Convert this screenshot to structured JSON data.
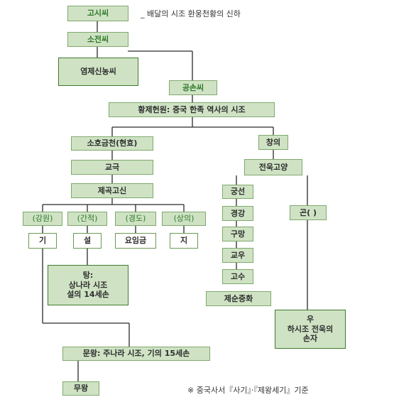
{
  "nodes": {
    "gosi": "고시씨",
    "sojeon": "소전씨",
    "yeomje": "염제신농씨",
    "gongson": "공손씨",
    "hwangje": "황제헌원: 중국 한족 역사의 시조",
    "sohogeumcheon": "소호금천(현효)",
    "gyogeuk": "교극",
    "jegok": "제곡고신",
    "gangwon": "(강원)",
    "ganjeok": "(간적)",
    "gyeongdo": "(경도)",
    "sangui": "(상의)",
    "gi": "기",
    "seol": "설",
    "yoimgeum": "요임금",
    "ji": "지",
    "tang": "탕:\n상나라 시조\n설의 14세손",
    "munwang": "문왕: 주나라 시조, 기의 15세손",
    "muwang": "무왕",
    "changui": "창의",
    "jeonukgoyang": "전욱고양",
    "gungseon": "궁선",
    "gyeonggang": "경강",
    "gumang": "구망",
    "gyou": "교우",
    "gosu": "고수",
    "jesunjunghwa": "제순중화",
    "gon": "곤(   )",
    "u": "우\n하시조 전욱의\n손자"
  },
  "annotation": "_ 배달의 시조 환웅천황의 신하",
  "footnote": "※ 중국사서『사기』·『제왕세기』기준"
}
